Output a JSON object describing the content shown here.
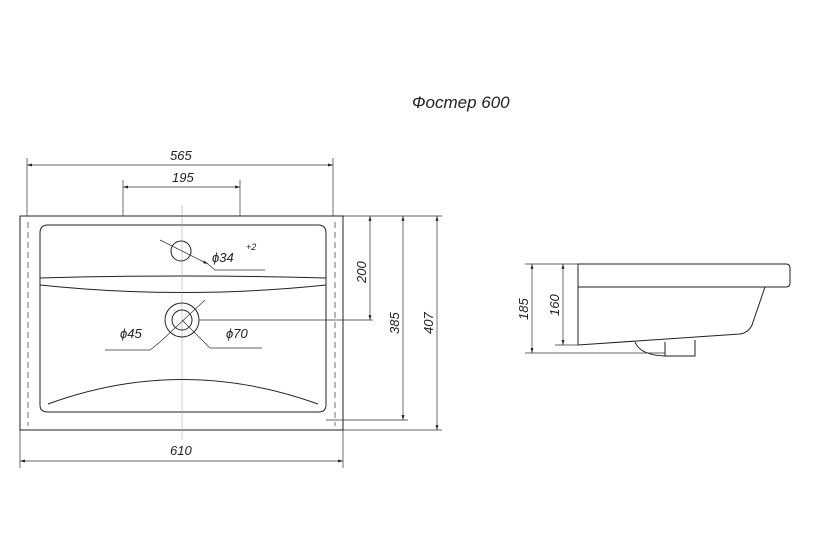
{
  "title": "Фостер 600",
  "top_view": {
    "width_inner": "565",
    "faucet_spacing": "195",
    "faucet_hole": "ϕ34",
    "faucet_hole_tolerance": "+2",
    "drain_inner": "ϕ45",
    "drain_outer": "ϕ70",
    "drain_offset": "200",
    "depth_inner": "385",
    "depth_outer": "407",
    "width_outer": "610"
  },
  "side_view": {
    "height_total": "185",
    "height_body": "160"
  }
}
